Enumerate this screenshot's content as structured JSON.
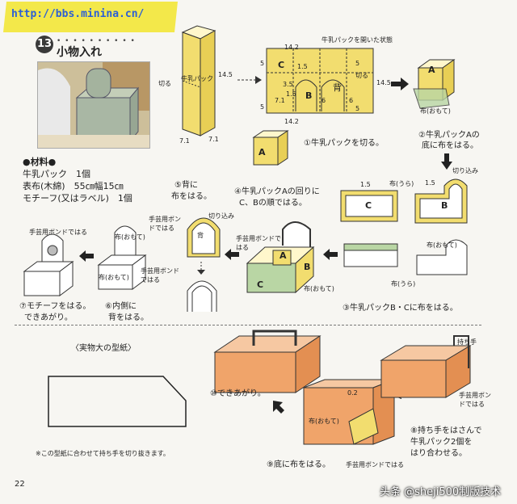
{
  "banner": {
    "url": "http://bbs.minina.cn/"
  },
  "step_badge": "13",
  "title": "小物入れ",
  "materials": {
    "heading": "●材料●",
    "items": [
      "牛乳パック　1個",
      "表布(木綿)　55㎝幅15㎝",
      "モチーフ(又はラベル)　1個"
    ]
  },
  "milk_carton": {
    "label": "牛乳パック",
    "cut_label": "切る",
    "dim_height": "14.5",
    "dim_a": "7.1",
    "dim_b": "7.1"
  },
  "flat_diagram": {
    "caption": "牛乳パックを開いた状態",
    "dim_top": "14.2",
    "dim_bottom": "14.2",
    "dim_right": "14.5",
    "dim_left": "5",
    "labels": [
      "C",
      "B",
      "背"
    ],
    "nums": [
      "1.5",
      "3.5",
      "1.5",
      "7.1",
      "6",
      "6",
      "5",
      "5",
      "5"
    ],
    "cut_label": "切る"
  },
  "steps": {
    "s1": "①牛乳パックを切る。",
    "s2a": "②牛乳パックAの",
    "s2b": "底に布をはる。",
    "s3": "③牛乳パックB・Cに布をはる。",
    "s4a": "④牛乳パックAの回りに",
    "s4b": "C、Bの順ではる。",
    "s5a": "⑤背に",
    "s5b": "布をはる。",
    "s6a": "⑥内側に",
    "s6b": "背をはる。",
    "s7a": "⑦モチーフをはる。",
    "s7b": "できあがり。",
    "s8a": "⑧持ち手をはさんで",
    "s8b": "牛乳パック2個を",
    "s8c": "はり合わせる。",
    "s9": "⑨底に布をはる。",
    "s10": "⑩できあがり。"
  },
  "labels": {
    "box_a": "A",
    "box_a_small": "A",
    "box_a_note": "布(おもて)",
    "kirikomi": "切り込み",
    "nuno_ura": "布(うら)",
    "nuno_omote": "布(おもて)",
    "bond": "手芸用ボンドではる",
    "bond2": "手芸用ボンドではる",
    "bond3": "手芸用ボンドではる",
    "bond4": "手芸用ボンドではる",
    "bond5": "手芸用ボンドではる",
    "bond6": "手芸用ボンドではる",
    "se": "背",
    "c": "C",
    "b": "B",
    "dim15a": "1.5",
    "dim15b": "1.5",
    "mochite": "持ち手",
    "dim02": "0.2"
  },
  "pattern": {
    "heading": "〈実物大の型紙〉",
    "note": "※この型紙に合わせて持ち手を切り抜きます。"
  },
  "page_number": "22",
  "watermark": "头条 @sheji500制版技术",
  "colors": {
    "banner": "#f3e84a",
    "fabric_yellow": "#f2dd6f",
    "fabric_green": "#b9d6a4",
    "fabric_orange": "#f0a46a",
    "url": "#2b5fd6"
  }
}
